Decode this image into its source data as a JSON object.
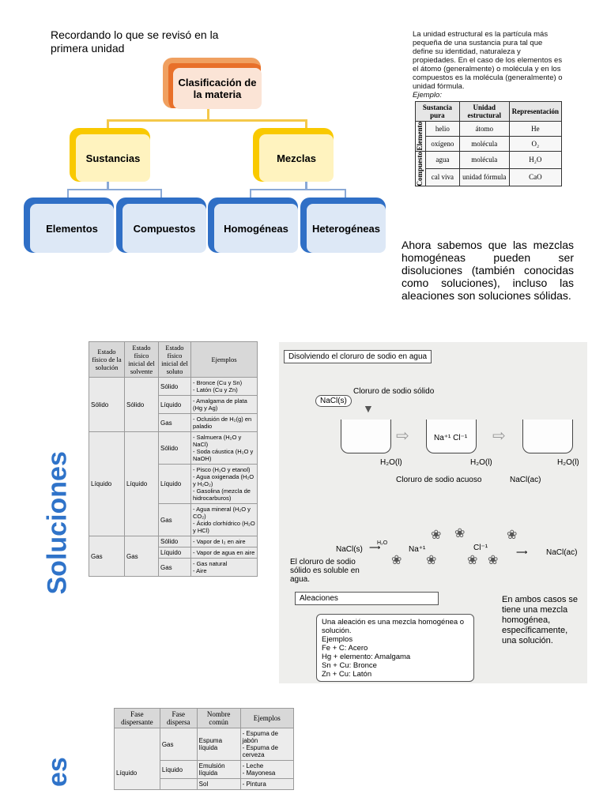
{
  "intro": "Recordando lo que se revisó en la primera unidad",
  "tree": {
    "root": "Clasificación de la materia",
    "level1": [
      "Sustancias",
      "Mezclas"
    ],
    "level2": [
      "Elementos",
      "Compuestos",
      "Homogéneas",
      "Heterogéneas"
    ]
  },
  "struct_text": {
    "body": "La unidad estructural es la partícula más pequeña de una sustancia pura tal que define su identidad, naturaleza y propiedades. En el caso de los elementos es el átomo (generalmente) o molécula y en los compuestos es la molécula (generalmente) o unidad fórmula.",
    "example_label": "Ejemplo:"
  },
  "struct_table": {
    "headers": [
      "Sustancia pura",
      "Unidad estructural",
      "Representación"
    ],
    "group1": "Elemento",
    "group2": "Compuesto",
    "rows": [
      {
        "sub": "helio",
        "unit": "átomo",
        "rep": "He"
      },
      {
        "sub": "oxígeno",
        "unit": "molécula",
        "rep": "O₂"
      },
      {
        "sub": "agua",
        "unit": "molécula",
        "rep": "H₂O"
      },
      {
        "sub": "cal viva",
        "unit": "unidad fórmula",
        "rep": "CaO"
      }
    ]
  },
  "para": "Ahora sabemos que las mezclas homogéneas pueden ser disoluciones (también conocidas como soluciones), incluso las aleaciones son soluciones sólidas.",
  "side_title_1": "Soluciones",
  "side_title_2": "es",
  "sol_table": {
    "headers": [
      "Estado físico de la solución",
      "Estado físico inicial del solvente",
      "Estado físico inicial del soluto",
      "Ejemplos"
    ],
    "groups": [
      {
        "solucion": "Sólido",
        "solvente": "Sólido",
        "rows": [
          {
            "soluto": "Sólido",
            "ej": "- Bronce (Cu y Sn)\n- Latón (Cu y Zn)"
          },
          {
            "soluto": "Líquido",
            "ej": "- Amalgama de plata (Hg y Ag)"
          },
          {
            "soluto": "Gas",
            "ej": "- Oclusión de H₂(g) en paladio"
          }
        ]
      },
      {
        "solucion": "Líquido",
        "solvente": "Líquido",
        "rows": [
          {
            "soluto": "Sólido",
            "ej": "- Salmuera (H₂O y NaCl)\n- Soda cáustica (H₂O y NaOH)"
          },
          {
            "soluto": "Líquido",
            "ej": "- Pisco (H₂O y etanol)\n- Agua oxigenada (H₂O y H₂O₂)\n- Gasolina (mezcla de hidrocarburos)"
          },
          {
            "soluto": "Gas",
            "ej": "- Agua mineral (H₂O y CO₂)\n- Ácido clorhídrico (H₂O y HCl)"
          }
        ]
      },
      {
        "solucion": "Gas",
        "solvente": "Gas",
        "rows": [
          {
            "soluto": "Sólido",
            "ej": "- Vapor de I₂ en aire"
          },
          {
            "soluto": "Líquido",
            "ej": "- Vapor de agua en aire"
          },
          {
            "soluto": "Gas",
            "ej": "- Gas natural\n- Aire"
          }
        ]
      }
    ]
  },
  "panel": {
    "title1": "Disolviendo el cloruro de sodio en agua",
    "nacl_s": "NaCl(s)",
    "nacl_s_label": "Cloruro de sodio sólido",
    "ions": "Na⁺¹ Cl⁻¹",
    "h2o_1": "H₂O(l)",
    "h2o_2": "H₂O(l)",
    "h2o_3": "H₂O(l)",
    "acuoso": "Cloruro de sodio acuoso",
    "nacl_ac": "NaCl(ac)",
    "eq_left": "NaCl(s)",
    "eq_mid": "H₂O",
    "na": "Na⁺¹",
    "cl": "Cl⁻¹",
    "eq_right": "NaCl(ac)",
    "soluble": "El cloruro de sodio sólido es soluble en agua.",
    "title2": "Aleaciones",
    "alloy_lines": [
      "Una aleación es una mezcla homogénea o solución.",
      "Ejemplos",
      "Fe + C: Acero",
      "Hg + elemento: Amalgama",
      "Sn + Cu: Bronce",
      "Zn + Cu: Latón"
    ],
    "note": "En ambos casos se tiene una mezcla homogénea, específicamente, una solución."
  },
  "col_table": {
    "headers": [
      "Fase dispersante",
      "Fase dispersa",
      "Nombre común",
      "Ejemplos"
    ],
    "dispersante": "Líquido",
    "rows": [
      {
        "fase": "Gas",
        "nombre": "Espuma líquida",
        "ej": "- Espuma de jabón\n- Espuma de cerveza"
      },
      {
        "fase": "Líquido",
        "nombre": "Emulsión líquida",
        "ej": "- Leche\n- Mayonesa"
      },
      {
        "fase": "",
        "nombre": "Sol",
        "ej": "- Pintura"
      }
    ]
  }
}
